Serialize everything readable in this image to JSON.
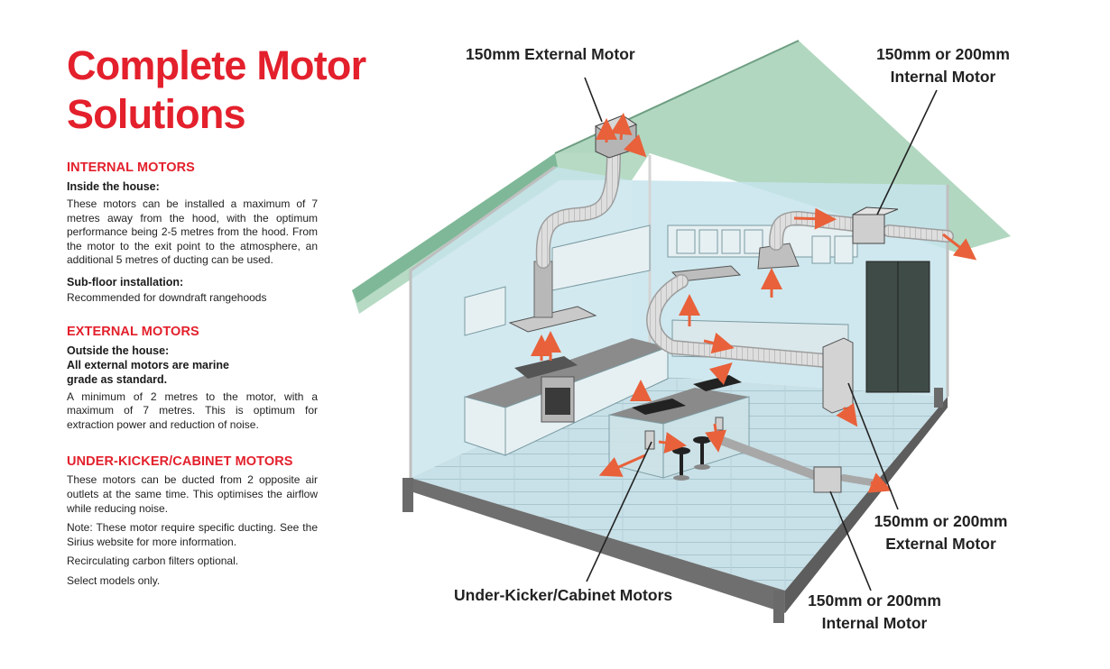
{
  "title": "Complete Motor Solutions",
  "sections": {
    "internal": {
      "heading": "INTERNAL MOTORS",
      "subheading": "Inside the house:",
      "text": "These motors can be installed a maximum of 7 metres away from the hood, with the optimum performance being 2-5 metres from the hood. From the motor to the exit point to the atmosphere, an additional 5 metres of ducting can be used.",
      "subfloor_heading": "Sub-floor installation:",
      "subfloor_text": "Recommended for downdraft rangehoods"
    },
    "external": {
      "heading": "EXTERNAL MOTORS",
      "subheading_1": "Outside the house:",
      "subheading_2": "All external motors are marine grade as standard.",
      "text": "A minimum of 2 metres to the motor, with a maximum of 7 metres. This is optimum for extraction power and reduction of noise."
    },
    "under_kicker": {
      "heading": "UNDER-KICKER/CABINET MOTORS",
      "text": "These motors can be ducted from 2 opposite air outlets at the same time. This optimises the airflow while reducing noise.",
      "note": "Note: These motor require specific ducting. See the Sirius website for more information.",
      "filters": "Recirculating carbon filters optional.",
      "models": "Select models only."
    }
  },
  "callouts": {
    "ext_150": "150mm External Motor",
    "int_top_1": "150mm or 200mm",
    "int_top_2": "Internal Motor",
    "ext_right_1": "150mm or 200mm",
    "ext_right_2": "External Motor",
    "under_kicker": "Under-Kicker/Cabinet Motors",
    "int_bottom_1": "150mm or 200mm",
    "int_bottom_2": "Internal Motor"
  },
  "colors": {
    "accent": "#e3202c",
    "roof": "#a9d3b9",
    "wall": "#c7e4ec",
    "floor": "#c4dde4",
    "arrow": "#e8613a",
    "duct": "#d9d9d9"
  }
}
